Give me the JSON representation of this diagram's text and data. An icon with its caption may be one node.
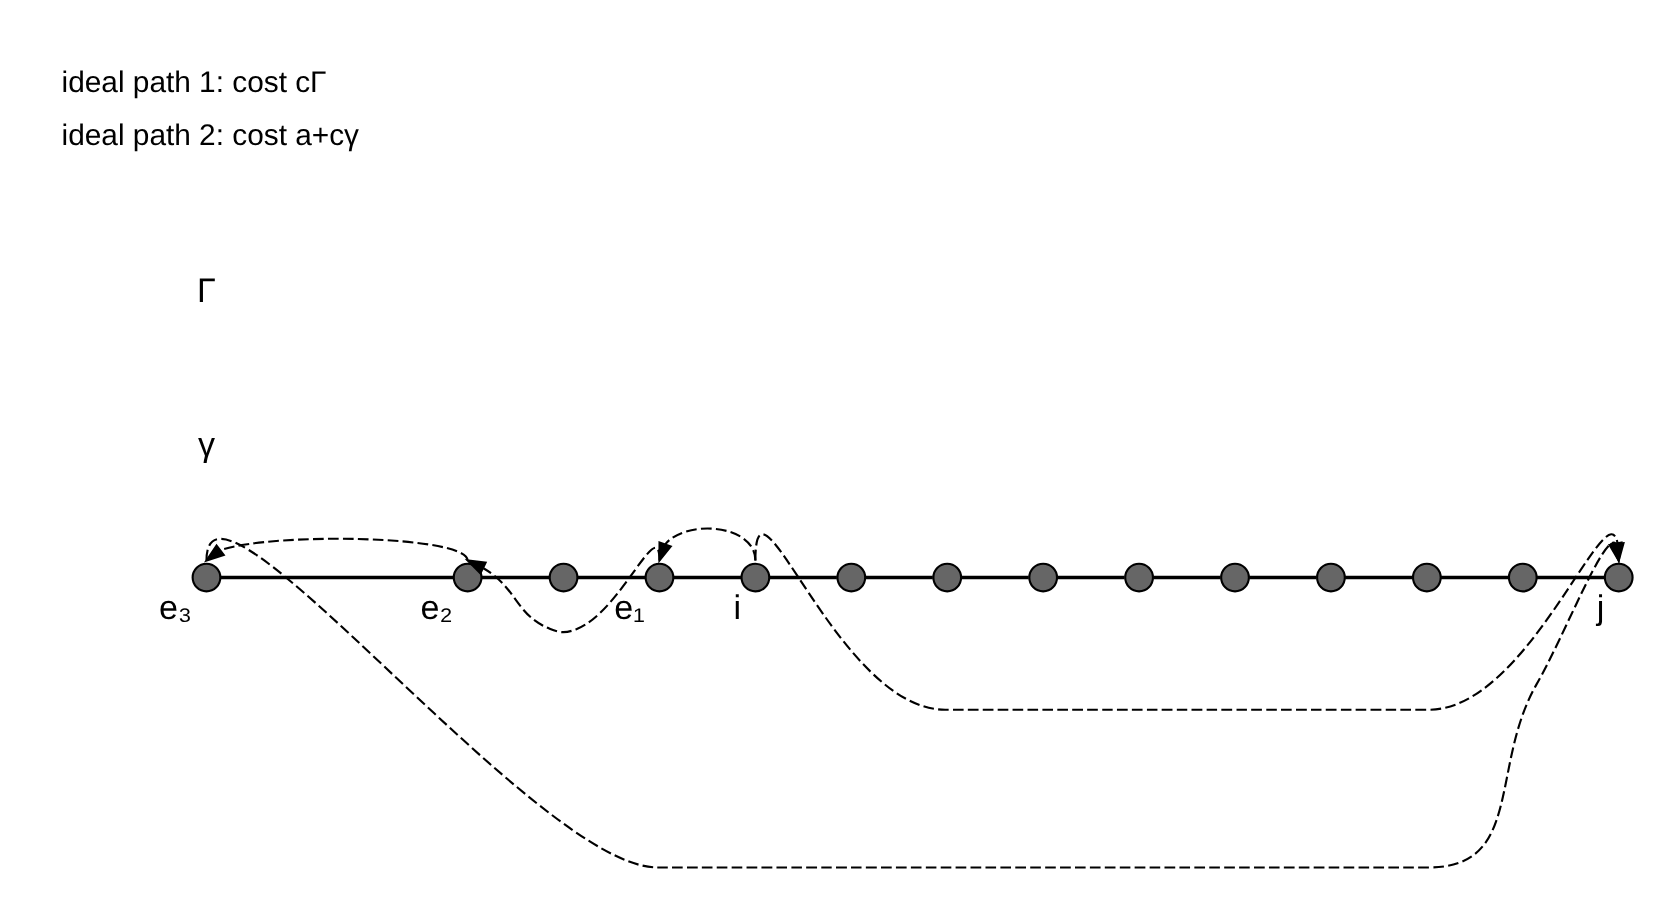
{
  "diagram": {
    "nodes": [
      {
        "text": [],
        "shape": "circle",
        "beside": [
          "e₃"
        ]
      },
      {
        "text": [],
        "shape": "circle",
        "beside": [
          "e₂"
        ]
      },
      {
        "text": [],
        "shape": "circle"
      },
      {
        "text": [],
        "shape": "circle",
        "beside": [
          "e₁"
        ]
      },
      {
        "text": [],
        "shape": "circle",
        "beside": [
          "i"
        ]
      },
      {
        "text": [],
        "shape": "circle"
      },
      {
        "text": [],
        "shape": "circle"
      },
      {
        "text": [],
        "shape": "circle"
      },
      {
        "text": [],
        "shape": "circle"
      },
      {
        "text": [],
        "shape": "circle"
      },
      {
        "text": [],
        "shape": "circle"
      },
      {
        "text": [],
        "shape": "circle"
      },
      {
        "text": [],
        "shape": "circle"
      },
      {
        "text": [],
        "shape": "circle",
        "beside": [
          "j"
        ]
      }
    ],
    "edges": [
      {
        "from": 0,
        "to": 1,
        "arrow": "none"
      },
      {
        "from": 1,
        "to": 2,
        "arrow": "none"
      },
      {
        "from": 2,
        "to": 3,
        "arrow": "none"
      },
      {
        "from": 3,
        "to": 4,
        "arrow": "none"
      },
      {
        "from": 4,
        "to": 5,
        "arrow": "none"
      },
      {
        "from": 5,
        "to": 6,
        "arrow": "none"
      },
      {
        "from": 6,
        "to": 7,
        "arrow": "none"
      },
      {
        "from": 7,
        "to": 8,
        "arrow": "none"
      },
      {
        "from": 8,
        "to": 9,
        "arrow": "none"
      },
      {
        "from": 9,
        "to": 10,
        "arrow": "none"
      },
      {
        "from": 10,
        "to": 11,
        "arrow": "none"
      },
      {
        "from": 11,
        "to": 12,
        "arrow": "none"
      },
      {
        "from": 12,
        "to": 13,
        "arrow": "none"
      },
      {
        "from": 4,
        "to": 13,
        "arrow": "to",
        "style": "dashed"
      },
      {
        "from": 4,
        "to": 3,
        "arrow": "to",
        "style": "dashed"
      },
      {
        "from": 3,
        "to": 1,
        "arrow": "to",
        "style": "dashed"
      },
      {
        "from": 1,
        "to": 0,
        "arrow": "to",
        "style": "dashed"
      },
      {
        "from": 0,
        "to": 13,
        "arrow": "to",
        "style": "dashed"
      }
    ],
    "labels": [
      "γ",
      "Γ"
    ],
    "legend": [
      {
        "text": "ideal path 1: cost cΓ"
      },
      {
        "text": "ideal path 2: cost a+cγ"
      }
    ]
  }
}
